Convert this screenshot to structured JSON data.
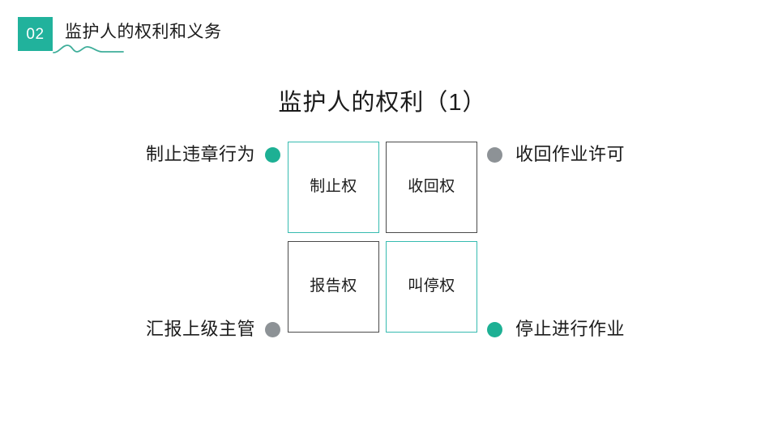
{
  "header": {
    "badge_number": "02",
    "title": "监护人的权利和义务",
    "squiggle_icon": "wavy-underline-icon"
  },
  "slide": {
    "title": "监护人的权利（1）"
  },
  "diagram": {
    "boxes": [
      {
        "id": "tl",
        "label": "制止权",
        "border_color": "#36BBB0",
        "accent": "teal"
      },
      {
        "id": "tr",
        "label": "收回权",
        "border_color": "#4A4A4A",
        "accent": "gray"
      },
      {
        "id": "bl",
        "label": "报告权",
        "border_color": "#4A4A4A",
        "accent": "gray"
      },
      {
        "id": "br",
        "label": "叫停权",
        "border_color": "#36BBB0",
        "accent": "teal"
      }
    ],
    "nodes": [
      {
        "id": "tl",
        "caption": "制止违章行为",
        "dot_color": "#1DB094",
        "dot_name": "bullet-dot-teal"
      },
      {
        "id": "tr",
        "caption": "收回作业许可",
        "dot_color": "#8D9296",
        "dot_name": "bullet-dot-gray"
      },
      {
        "id": "bl",
        "caption": "汇报上级主管",
        "dot_color": "#8D9296",
        "dot_name": "bullet-dot-gray"
      },
      {
        "id": "br",
        "caption": "停止进行作业",
        "dot_color": "#1DB094",
        "dot_name": "bullet-dot-teal"
      }
    ]
  },
  "colors": {
    "accent_teal": "#21B29C",
    "box_teal": "#36BBB0",
    "box_gray": "#4A4A4A",
    "dot_gray": "#8D9296",
    "text": "#1b1b1b",
    "background": "#ffffff"
  }
}
